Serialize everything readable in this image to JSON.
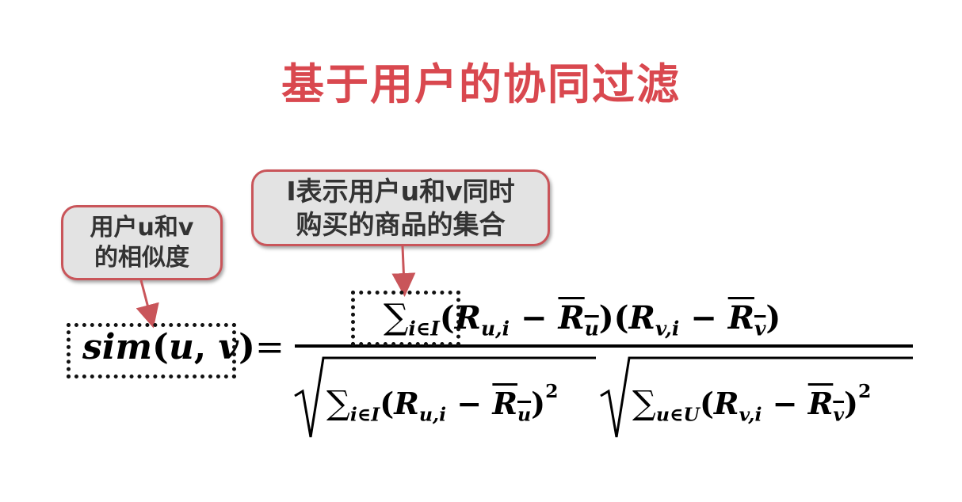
{
  "title": "基于用户的协同过滤",
  "colors": {
    "title": "#d9484f",
    "callout_border": "#c9555a",
    "arrow": "#c9555a"
  },
  "callouts": {
    "similarity": {
      "line1": "用户u和v",
      "line2": "的相似度"
    },
    "item_set": {
      "line1": "I表示用户u和v同时",
      "line2": "购买的商品的集合"
    }
  },
  "formula": {
    "lhs": {
      "name": "sim",
      "open": "(",
      "u": "u",
      "comma": ", ",
      "v": "v",
      "close": ")"
    },
    "equals": "=",
    "numerator": {
      "sum": "∑",
      "sum_sub": "i∈I",
      "term1": {
        "open": "(",
        "R": "R",
        "sub": "u,i",
        "minus": " − ",
        "Rbar": "R",
        "bar_sub": "u",
        "close": ")"
      },
      "term2": {
        "open": "(",
        "R": "R",
        "sub": "v,i",
        "minus": " − ",
        "Rbar": "R",
        "bar_sub": "v",
        "close": ")"
      }
    },
    "denominator": {
      "left": {
        "sum": "∑",
        "sum_sub": "i∈I",
        "open": "(",
        "R": "R",
        "sub": "u,i",
        "minus": " − ",
        "Rbar": "R",
        "bar_sub": "u",
        "close": ")",
        "exp": "2"
      },
      "right": {
        "sum": "∑",
        "sum_sub": "u∈U",
        "open": "(",
        "R": "R",
        "sub": "v,i",
        "minus": " − ",
        "Rbar": "R",
        "bar_sub": "v",
        "close": ")",
        "exp": "2"
      }
    }
  }
}
